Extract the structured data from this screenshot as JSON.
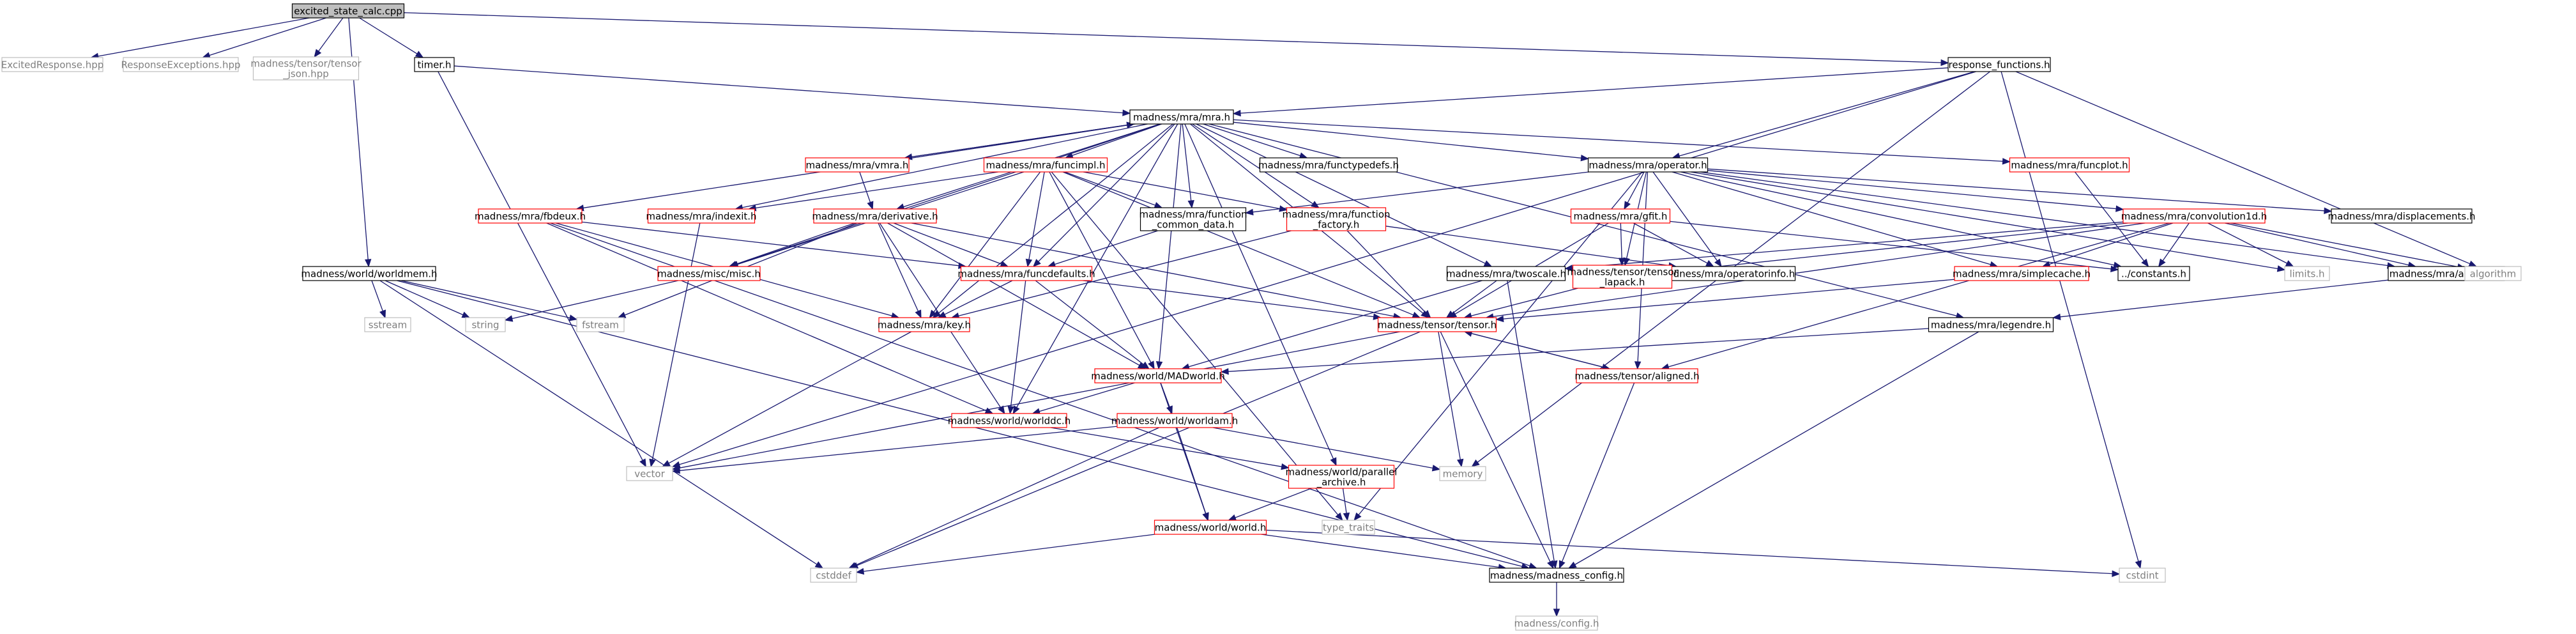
{
  "colors": {
    "edge": "#191970",
    "root_fill": "#bfbfbf",
    "normal_border": "#000000",
    "linked_border": "#ff0000",
    "external_border": "#bfbfbf",
    "external_text": "#7f7f7f",
    "text": "#000000"
  },
  "nodes": [
    {
      "id": "excited_state_calc",
      "lines": [
        "excited_state_calc.cpp"
      ],
      "kind": "root"
    },
    {
      "id": "ExcitedResponse",
      "lines": [
        "ExcitedResponse.hpp"
      ],
      "kind": "external"
    },
    {
      "id": "ResponseExceptions",
      "lines": [
        "ResponseExceptions.hpp"
      ],
      "kind": "external"
    },
    {
      "id": "tensor_json",
      "lines": [
        "madness/tensor/tensor",
        "_json.hpp"
      ],
      "kind": "external"
    },
    {
      "id": "timer",
      "lines": [
        "timer.h"
      ],
      "kind": "normal"
    },
    {
      "id": "response_functions",
      "lines": [
        "response_functions.h"
      ],
      "kind": "normal"
    },
    {
      "id": "mra",
      "lines": [
        "madness/mra/mra.h"
      ],
      "kind": "normal"
    },
    {
      "id": "vmra",
      "lines": [
        "madness/mra/vmra.h"
      ],
      "kind": "linked"
    },
    {
      "id": "funcimpl",
      "lines": [
        "madness/mra/funcimpl.h"
      ],
      "kind": "linked"
    },
    {
      "id": "functypedefs",
      "lines": [
        "madness/mra/functypedefs.h"
      ],
      "kind": "normal"
    },
    {
      "id": "operator",
      "lines": [
        "madness/mra/operator.h"
      ],
      "kind": "normal"
    },
    {
      "id": "funcplot",
      "lines": [
        "madness/mra/funcplot.h"
      ],
      "kind": "linked"
    },
    {
      "id": "fbdeux",
      "lines": [
        "madness/mra/fbdeux.h"
      ],
      "kind": "linked"
    },
    {
      "id": "indexit",
      "lines": [
        "madness/mra/indexit.h"
      ],
      "kind": "linked"
    },
    {
      "id": "derivative",
      "lines": [
        "madness/mra/derivative.h"
      ],
      "kind": "linked"
    },
    {
      "id": "function_common_data",
      "lines": [
        "madness/mra/function",
        "_common_data.h"
      ],
      "kind": "normal"
    },
    {
      "id": "function_factory",
      "lines": [
        "madness/mra/function",
        "_factory.h"
      ],
      "kind": "linked"
    },
    {
      "id": "gfit",
      "lines": [
        "madness/mra/gfit.h"
      ],
      "kind": "linked"
    },
    {
      "id": "convolution1d",
      "lines": [
        "madness/mra/convolution1d.h"
      ],
      "kind": "linked"
    },
    {
      "id": "displacements",
      "lines": [
        "madness/mra/displacements.h"
      ],
      "kind": "normal"
    },
    {
      "id": "worldmem",
      "lines": [
        "madness/world/worldmem.h"
      ],
      "kind": "normal"
    },
    {
      "id": "misc",
      "lines": [
        "madness/misc/misc.h"
      ],
      "kind": "linked"
    },
    {
      "id": "funcdefaults",
      "lines": [
        "madness/mra/funcdefaults.h"
      ],
      "kind": "linked"
    },
    {
      "id": "twoscale",
      "lines": [
        "madness/mra/twoscale.h"
      ],
      "kind": "normal"
    },
    {
      "id": "operatorinfo",
      "lines": [
        "madness/mra/operatorinfo.h"
      ],
      "kind": "normal"
    },
    {
      "id": "tensor_lapack",
      "lines": [
        "madness/tensor/tensor",
        "_lapack.h"
      ],
      "kind": "linked"
    },
    {
      "id": "simplecache",
      "lines": [
        "madness/mra/simplecache.h"
      ],
      "kind": "linked"
    },
    {
      "id": "constants",
      "lines": [
        "../constants.h"
      ],
      "kind": "normal"
    },
    {
      "id": "limits",
      "lines": [
        "limits.h"
      ],
      "kind": "external"
    },
    {
      "id": "adquad",
      "lines": [
        "madness/mra/adquad.h"
      ],
      "kind": "normal"
    },
    {
      "id": "algorithm",
      "lines": [
        "algorithm"
      ],
      "kind": "external"
    },
    {
      "id": "sstream",
      "lines": [
        "sstream"
      ],
      "kind": "external"
    },
    {
      "id": "string",
      "lines": [
        "string"
      ],
      "kind": "external"
    },
    {
      "id": "fstream",
      "lines": [
        "fstream"
      ],
      "kind": "external"
    },
    {
      "id": "key",
      "lines": [
        "madness/mra/key.h"
      ],
      "kind": "linked"
    },
    {
      "id": "tensor",
      "lines": [
        "madness/tensor/tensor.h"
      ],
      "kind": "linked"
    },
    {
      "id": "legendre",
      "lines": [
        "madness/mra/legendre.h"
      ],
      "kind": "normal"
    },
    {
      "id": "MADworld",
      "lines": [
        "madness/world/MADworld.h"
      ],
      "kind": "linked"
    },
    {
      "id": "aligned",
      "lines": [
        "madness/tensor/aligned.h"
      ],
      "kind": "linked"
    },
    {
      "id": "worlddc",
      "lines": [
        "madness/world/worlddc.h"
      ],
      "kind": "linked"
    },
    {
      "id": "worldam",
      "lines": [
        "madness/world/worldam.h"
      ],
      "kind": "linked"
    },
    {
      "id": "vector",
      "lines": [
        "vector"
      ],
      "kind": "external"
    },
    {
      "id": "memory",
      "lines": [
        "memory"
      ],
      "kind": "external"
    },
    {
      "id": "parallel_archive",
      "lines": [
        "madness/world/parallel",
        "_archive.h"
      ],
      "kind": "linked"
    },
    {
      "id": "world",
      "lines": [
        "madness/world/world.h"
      ],
      "kind": "linked"
    },
    {
      "id": "type_traits",
      "lines": [
        "type_traits"
      ],
      "kind": "external"
    },
    {
      "id": "cstddef",
      "lines": [
        "cstddef"
      ],
      "kind": "external"
    },
    {
      "id": "madness_config",
      "lines": [
        "madness/madness_config.h"
      ],
      "kind": "normal"
    },
    {
      "id": "cstdint",
      "lines": [
        "cstdint"
      ],
      "kind": "external"
    },
    {
      "id": "config",
      "lines": [
        "madness/config.h"
      ],
      "kind": "external"
    }
  ],
  "edges": [
    [
      "excited_state_calc",
      "ExcitedResponse"
    ],
    [
      "excited_state_calc",
      "ResponseExceptions"
    ],
    [
      "excited_state_calc",
      "tensor_json"
    ],
    [
      "excited_state_calc",
      "timer"
    ],
    [
      "excited_state_calc",
      "response_functions"
    ],
    [
      "excited_state_calc",
      "worldmem"
    ],
    [
      "timer",
      "mra"
    ],
    [
      "timer",
      "vector"
    ],
    [
      "response_functions",
      "mra"
    ],
    [
      "response_functions",
      "operator"
    ],
    [
      "response_functions",
      "algorithm"
    ],
    [
      "response_functions",
      "memory"
    ],
    [
      "response_functions",
      "cstdint"
    ],
    [
      "response_functions",
      "vector"
    ],
    [
      "mra",
      "vmra"
    ],
    [
      "mra",
      "funcimpl"
    ],
    [
      "mra",
      "functypedefs"
    ],
    [
      "mra",
      "operator"
    ],
    [
      "mra",
      "funcplot"
    ],
    [
      "mra",
      "fbdeux"
    ],
    [
      "mra",
      "indexit"
    ],
    [
      "mra",
      "derivative"
    ],
    [
      "mra",
      "function_common_data"
    ],
    [
      "mra",
      "function_factory"
    ],
    [
      "mra",
      "misc"
    ],
    [
      "mra",
      "funcdefaults"
    ],
    [
      "mra",
      "twoscale"
    ],
    [
      "mra",
      "key"
    ],
    [
      "mra",
      "tensor"
    ],
    [
      "mra",
      "legendre"
    ],
    [
      "mra",
      "MADworld"
    ],
    [
      "mra",
      "worlddc"
    ],
    [
      "mra",
      "parallel_archive"
    ],
    [
      "vmra",
      "mra"
    ],
    [
      "vmra",
      "derivative"
    ],
    [
      "funcimpl",
      "function_common_data"
    ],
    [
      "funcimpl",
      "function_factory"
    ],
    [
      "funcimpl",
      "funcdefaults"
    ],
    [
      "funcimpl",
      "indexit"
    ],
    [
      "funcimpl",
      "key"
    ],
    [
      "funcimpl",
      "tensor"
    ],
    [
      "funcimpl",
      "MADworld"
    ],
    [
      "funcimpl",
      "misc"
    ],
    [
      "funcimpl",
      "type_traits"
    ],
    [
      "operator",
      "function_common_data"
    ],
    [
      "operator",
      "gfit"
    ],
    [
      "operator",
      "convolution1d"
    ],
    [
      "operator",
      "displacements"
    ],
    [
      "operator",
      "simplecache"
    ],
    [
      "operator",
      "operatorinfo"
    ],
    [
      "operator",
      "tensor_lapack"
    ],
    [
      "operator",
      "constants"
    ],
    [
      "operator",
      "limits"
    ],
    [
      "operator",
      "adquad"
    ],
    [
      "operator",
      "aligned"
    ],
    [
      "operator",
      "type_traits"
    ],
    [
      "funcplot",
      "constants"
    ],
    [
      "fbdeux",
      "funcdefaults"
    ],
    [
      "fbdeux",
      "key"
    ],
    [
      "fbdeux",
      "worlddc"
    ],
    [
      "fbdeux",
      "madness_config"
    ],
    [
      "indexit",
      "vector"
    ],
    [
      "derivative",
      "funcdefaults"
    ],
    [
      "derivative",
      "misc"
    ],
    [
      "derivative",
      "key"
    ],
    [
      "derivative",
      "tensor"
    ],
    [
      "derivative",
      "MADworld"
    ],
    [
      "derivative",
      "worlddc"
    ],
    [
      "derivative",
      "fstream"
    ],
    [
      "function_common_data",
      "funcdefaults"
    ],
    [
      "function_factory",
      "key"
    ],
    [
      "function_factory",
      "operatorinfo"
    ],
    [
      "function_factory",
      "tensor"
    ],
    [
      "gfit",
      "operatorinfo"
    ],
    [
      "gfit",
      "tensor_lapack"
    ],
    [
      "gfit",
      "tensor"
    ],
    [
      "gfit",
      "constants"
    ],
    [
      "convolution1d",
      "twoscale"
    ],
    [
      "convolution1d",
      "simplecache"
    ],
    [
      "convolution1d",
      "tensor_lapack"
    ],
    [
      "convolution1d",
      "constants"
    ],
    [
      "convolution1d",
      "limits"
    ],
    [
      "convolution1d",
      "adquad"
    ],
    [
      "convolution1d",
      "algorithm"
    ],
    [
      "convolution1d",
      "tensor"
    ],
    [
      "convolution1d",
      "aligned"
    ],
    [
      "worldmem",
      "sstream"
    ],
    [
      "worldmem",
      "string"
    ],
    [
      "worldmem",
      "fstream"
    ],
    [
      "worldmem",
      "cstddef"
    ],
    [
      "worldmem",
      "madness_config"
    ],
    [
      "misc",
      "string"
    ],
    [
      "funcdefaults",
      "key"
    ],
    [
      "funcdefaults",
      "tensor"
    ],
    [
      "funcdefaults",
      "MADworld"
    ],
    [
      "funcdefaults",
      "worlddc"
    ],
    [
      "twoscale",
      "tensor"
    ],
    [
      "twoscale",
      "MADworld"
    ],
    [
      "twoscale",
      "madness_config"
    ],
    [
      "tensor_lapack",
      "tensor"
    ],
    [
      "simplecache",
      "tensor"
    ],
    [
      "adquad",
      "legendre"
    ],
    [
      "key",
      "vector"
    ],
    [
      "tensor",
      "aligned"
    ],
    [
      "tensor",
      "memory"
    ],
    [
      "tensor",
      "madness_config"
    ],
    [
      "tensor",
      "vector"
    ],
    [
      "tensor",
      "cstddef"
    ],
    [
      "legendre",
      "MADworld"
    ],
    [
      "legendre",
      "madness_config"
    ],
    [
      "MADworld",
      "worlddc"
    ],
    [
      "MADworld",
      "worldam"
    ],
    [
      "MADworld",
      "world"
    ],
    [
      "aligned",
      "tensor"
    ],
    [
      "aligned",
      "madness_config"
    ],
    [
      "worlddc",
      "parallel_archive"
    ],
    [
      "worldam",
      "vector"
    ],
    [
      "worldam",
      "memory"
    ],
    [
      "worldam",
      "world"
    ],
    [
      "worldam",
      "cstddef"
    ],
    [
      "parallel_archive",
      "world"
    ],
    [
      "parallel_archive",
      "type_traits"
    ],
    [
      "world",
      "madness_config"
    ],
    [
      "world",
      "cstddef"
    ],
    [
      "world",
      "cstdint"
    ],
    [
      "madness_config",
      "config"
    ]
  ]
}
